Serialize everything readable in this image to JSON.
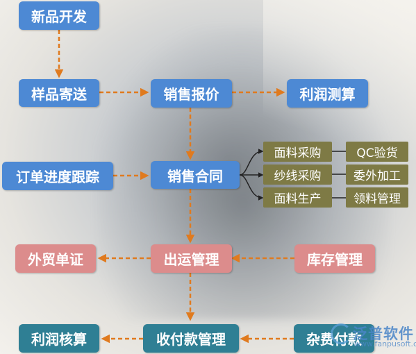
{
  "nodes": {
    "new_product": "新品开发",
    "sample_send": "样品寄送",
    "sales_quote": "销售报价",
    "profit_calc": "利润测算",
    "order_track": "订单进度跟踪",
    "sales_contract": "销售合同",
    "fabric_purchase": "面料采购",
    "qc_inspect": "QC验货",
    "yarn_purchase": "纱线采购",
    "outsource": "委外加工",
    "fabric_production": "面料生产",
    "material_mgmt": "领料管理",
    "trade_docs": "外贸单证",
    "shipping_mgmt": "出运管理",
    "inventory_mgmt": "库存管理",
    "profit_accounting": "利润核算",
    "payment_mgmt": "收付款管理",
    "misc_payment": "杂费付款"
  },
  "colors": {
    "blue": "#4d89d4",
    "pink": "#dc8c8c",
    "teal": "#2f7f94",
    "olive": "#7e7a45",
    "arrow": "#e07a1e"
  },
  "watermark": {
    "name": "泛普软件",
    "url": "www.fanpusoft.com"
  }
}
